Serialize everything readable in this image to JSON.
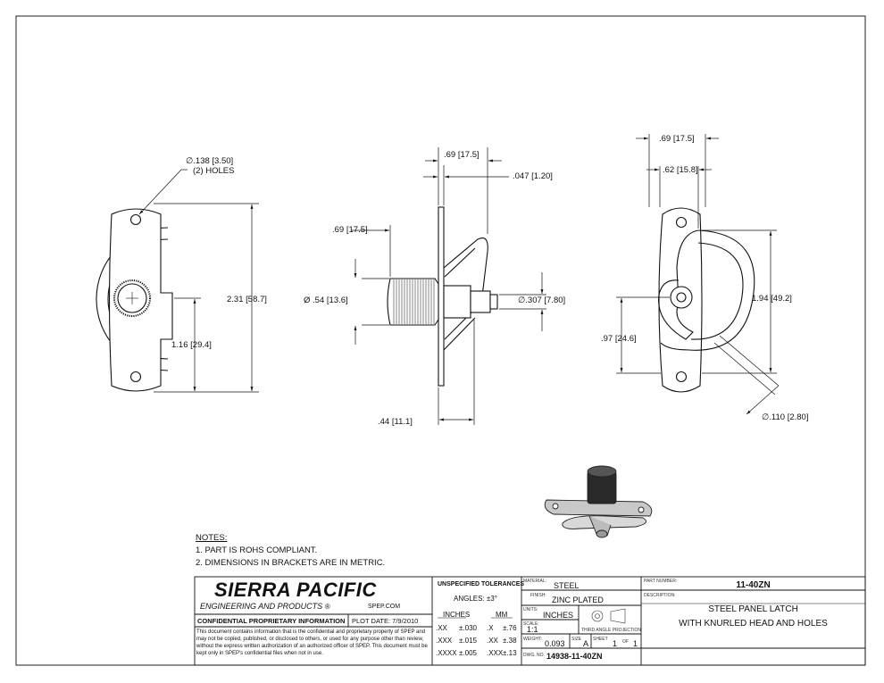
{
  "dims": {
    "hole_dia": "∅.138",
    "hole_dia_mm": "3.50",
    "hole_count": "(2) HOLES",
    "height_overall": "2.31",
    "height_overall_mm": "58.7",
    "height_half": "1.16",
    "height_half_mm": "29.4",
    "top_width": ".69",
    "top_width_mm": "17.5",
    "flange_thk": ".047",
    "flange_thk_mm": "1.20",
    "knob_len": ".69",
    "knob_len_mm": "17.5",
    "knob_dia": "Ø .54",
    "knob_dia_mm": "13.6",
    "shaft_dia": "∅.307",
    "shaft_dia_mm": "7.80",
    "base_len": ".44",
    "base_len_mm": "11.1",
    "right_width": ".69",
    "right_width_mm": "17.5",
    "right_width2": ".62",
    "right_width2_mm": "15.8",
    "ring_height": "1.94",
    "ring_height_mm": "49.2",
    "center_height": ".97",
    "center_height_mm": "24.6",
    "wire_dia": "∅.110",
    "wire_dia_mm": "2.80"
  },
  "notes": {
    "title": "NOTES:",
    "items": [
      "1.  PART IS ROHS COMPLIANT.",
      "2.  DIMENSIONS IN BRACKETS ARE IN METRIC."
    ]
  },
  "titleblock": {
    "company": "SIERRA PACIFIC",
    "company_sub": "ENGINEERING AND PRODUCTS",
    "registered": "®",
    "website": "SPEP.COM",
    "confidential": "CONFIDENTIAL PROPRIETARY INFORMATION",
    "plot_date": "PLOT DATE:  7/9/2010",
    "disclaimer": "This document contains information that is the confidential and proprietary property of SPEP and may not be copied, published, or disclosed to others, or used for any purpose other than review, without the express written authorization of an authorized officer of SPEP. This document must be kept only in SPEP's confidential files when not in use.",
    "tolerances_title": "UNSPECIFIED TOLERANCES",
    "angles": "ANGLES:  ±3°",
    "inches_label": "INCHES",
    "mm_label": "MM",
    "tol_rows": [
      [
        ".XX",
        "±.030",
        ".X",
        "±.76"
      ],
      [
        ".XXX",
        "±.015",
        ".XX",
        "±.38"
      ],
      [
        ".XXXX",
        "±.005",
        ".XXX",
        "±.13"
      ]
    ],
    "material_label": "MATERIAL:",
    "material": "STEEL",
    "finish_label": "FINISH:",
    "finish": "ZINC PLATED",
    "units_label": "UNITS:",
    "units": "INCHES",
    "scale_label": "SCALE:",
    "scale": "1:1",
    "projection": "THIRD ANGLE PROJECTION",
    "weight_label": "WEIGHT:",
    "weight": "0.093",
    "size_label": "SIZE",
    "size": "A",
    "sheet_label": "SHEET",
    "sheet": "1",
    "of_label": "OF",
    "sheet_total": "1",
    "dwg_label": "DWG. NO.",
    "dwg_no": "14938-11-40ZN",
    "part_label": "PART NUMBER:",
    "part_no": "11-40ZN",
    "desc_label": "DESCRIPTION:",
    "desc_line1": "STEEL PANEL LATCH",
    "desc_line2": "WITH KNURLED HEAD AND HOLES"
  }
}
